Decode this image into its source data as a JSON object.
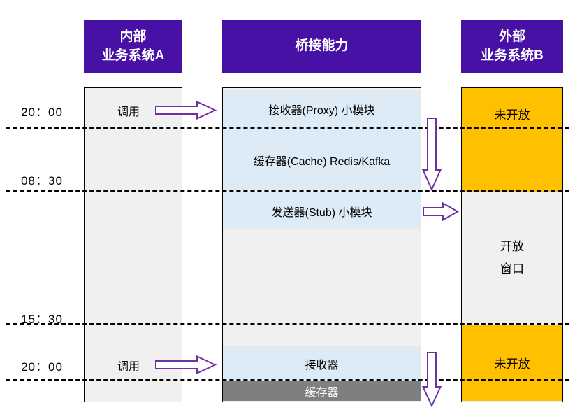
{
  "colors": {
    "header_bg": "#4711A5",
    "band_blue": "#DDEBF7",
    "band_orange": "#FFC000",
    "col_gray": "#F0F0F0",
    "band_dark_gray": "#7F7F7F",
    "arrow_purple": "#7030A0",
    "line_black": "#000000"
  },
  "headers": {
    "system_a": {
      "line1": "内部",
      "line2": "业务系统A"
    },
    "bridge": {
      "title": "桥接能力"
    },
    "system_b": {
      "line1": "外部",
      "line2": "业务系统B"
    }
  },
  "timeline": [
    "20：00",
    "08：30",
    "15：30",
    "20：00"
  ],
  "system_a": {
    "call1": "调用",
    "call2": "调用"
  },
  "bridge": {
    "receiver_proxy": "接收器(Proxy) 小模块",
    "cache": "缓存器(Cache) Redis/Kafka",
    "sender_stub": "发送器(Stub) 小模块",
    "receiver2": "接收器",
    "cache2": "缓存器"
  },
  "system_b": {
    "closed_top": "未开放",
    "open": {
      "line1": "开放",
      "line2": "窗口"
    },
    "closed_bottom": "未开放"
  }
}
